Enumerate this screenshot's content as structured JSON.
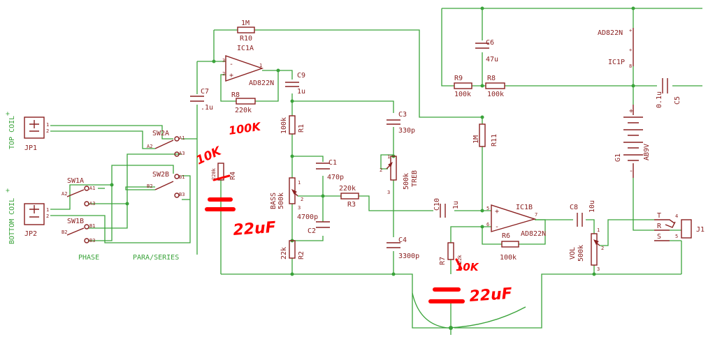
{
  "labels": {
    "r10_val": "1M",
    "r10": "R10",
    "ic1a": "IC1A",
    "ad822n_a": "AD822N",
    "c9": "C9",
    "c9_val": "1u",
    "r8_left": "R8",
    "r8_left_val": "220k",
    "c7": "C7",
    "c7_val": ".1u",
    "top_coil": "TOP COIL",
    "bottom_coil": "BOTTOM COIL",
    "jp1": "JP1",
    "jp2": "JP2",
    "sw2a": "SW2A",
    "sw2b": "SW2B",
    "sw1a": "SW1A",
    "sw1b": "SW1B",
    "a1": "A1",
    "a2": "A2",
    "a3": "A3",
    "b1": "B1",
    "b2": "B2",
    "b3": "B3",
    "phase": "PHASE",
    "para_series": "PARA/SERIES",
    "r4": "R4",
    "r4_val": "220k",
    "r1": "R1",
    "r1_val": "100k",
    "r2": "R2",
    "r2_val": "22k",
    "bass": "BASS",
    "bass_val": "500k",
    "c1": "C1",
    "c1_val": "470p",
    "c2": "C2",
    "c2_val": "4700p",
    "r3": "R3",
    "r3_val": "220k",
    "c3": "C3",
    "c3_val": "330p",
    "treb": "TREB",
    "treb_val": "500k",
    "c4": "C4",
    "c4_val": "3300p",
    "c10": "C10",
    "c10_val": "1u",
    "c6": "C6",
    "c6_val": "47u",
    "r9": "R9",
    "r9_val": "100k",
    "r8_right": "R8",
    "r8_right_val": "100k",
    "r11": "R11",
    "r11_val": "1M",
    "ad822n_top": "AD822N",
    "ic1p": "IC1P",
    "c5": "C5",
    "c5_val": "0.1u",
    "g1": "G1",
    "g1_val": "AB9V",
    "ic1b": "IC1B",
    "ad822n_b": "AD822N",
    "c8": "C8",
    "c8_val": "10u",
    "r6": "R6",
    "r6_val": "100k",
    "r7": "R7",
    "r7_val": "22k",
    "vol": "VOL",
    "vol_val": "500k",
    "j1": "J1",
    "t": "T",
    "r": "R",
    "s": "S",
    "pin1": "1",
    "pin2": "2",
    "pin3": "3",
    "pin4": "4",
    "pin5": "5",
    "pin6": "6",
    "pin7": "7",
    "pin8": "8",
    "plus": "+",
    "minus": "-"
  },
  "annotations": {
    "r4_note": "10K",
    "r8_note": "100K",
    "cap_left": "22uF",
    "r7_note": "10K",
    "cap_bottom": "22uF"
  },
  "colors": {
    "wire": "#3aa33a",
    "component": "#8a2020",
    "handwriting": "#ff0000",
    "background": "#ffffff"
  }
}
